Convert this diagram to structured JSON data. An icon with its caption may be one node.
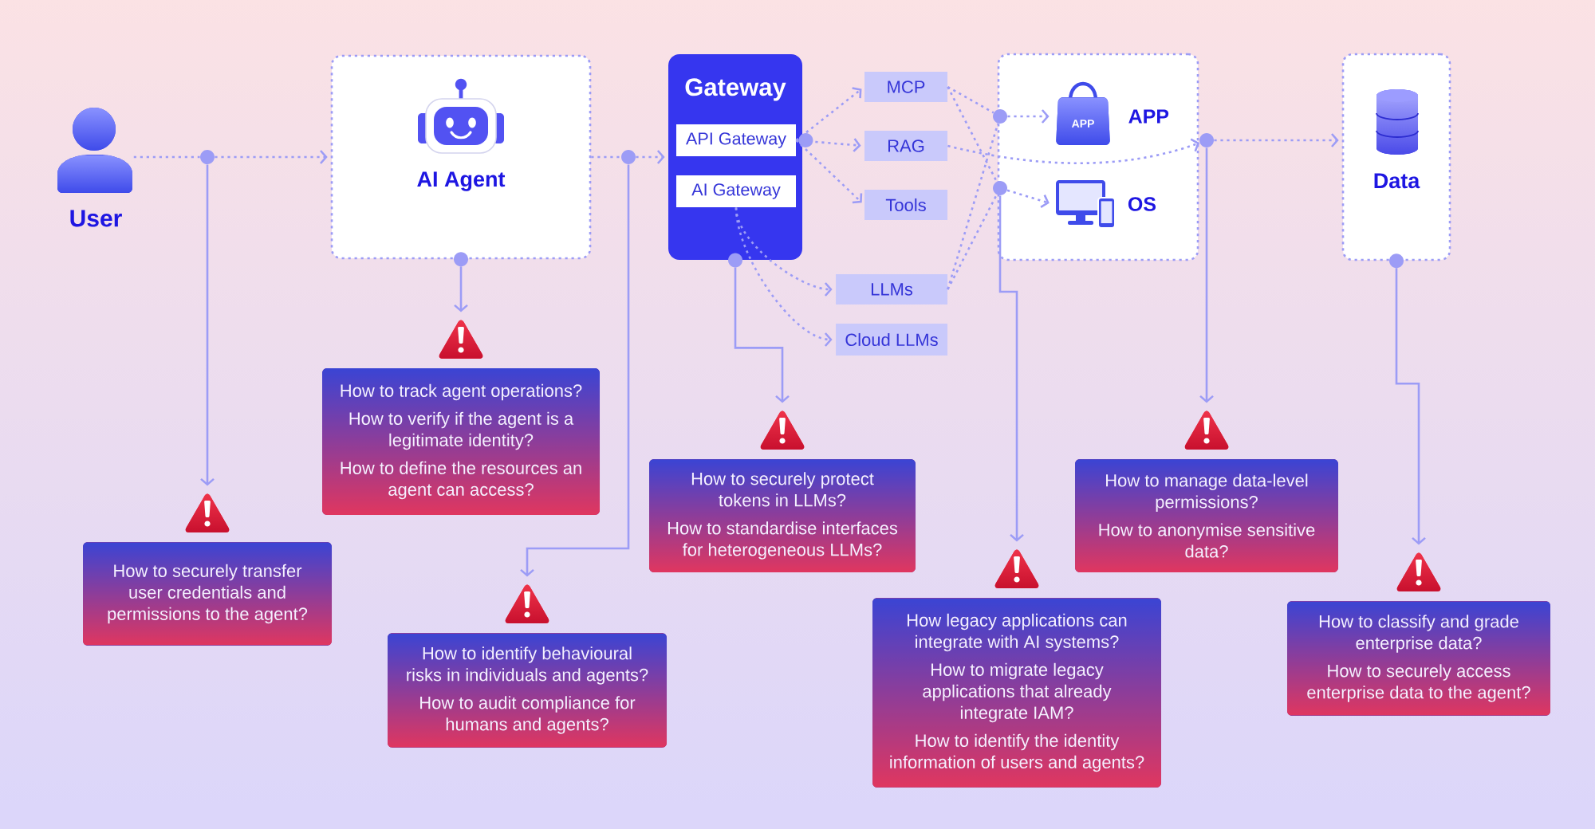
{
  "diagram": {
    "nodes": [
      {
        "text": [
          "User"
        ]
      },
      {
        "text": [
          "AI Agent"
        ]
      },
      {
        "text": [
          "Gateway"
        ]
      },
      {
        "text": [
          "API Gateway"
        ],
        "in": 2
      },
      {
        "text": [
          "AI Gateway"
        ],
        "in": 2
      },
      {
        "text": [
          "MCP"
        ]
      },
      {
        "text": [
          "RAG"
        ]
      },
      {
        "text": [
          "Tools"
        ]
      },
      {
        "text": [
          "LLMs"
        ]
      },
      {
        "text": [
          "Cloud LLMs"
        ]
      },
      {
        "text": [],
        "shape": "box"
      },
      {
        "text": [
          "APP"
        ],
        "in": 10
      },
      {
        "text": [
          "OS"
        ],
        "in": 10
      },
      {
        "text": [
          "Data"
        ]
      },
      {
        "text": [
          "How to securely transfer user credentials and permissions to the agent?"
        ]
      },
      {
        "text": [
          "How to track agent operations?",
          "How to verify if the agent is a legitimate identity?",
          "How to define the resources an agent can access?"
        ]
      },
      {
        "text": [
          "How to identify behavioural risks in individuals and agents?",
          "How to audit compliance for humans and agents?"
        ]
      },
      {
        "text": [
          "How to securely protect tokens in LLMs?",
          "How to standardise interfaces for heterogeneous LLMs?"
        ]
      },
      {
        "text": [
          "How legacy applications can integrate with AI systems?",
          "How to migrate legacy applications that already integrate IAM?",
          "How to identify the identity information of users and agents?"
        ]
      },
      {
        "text": [
          "How to manage data-level permissions?",
          "How to anonymise sensitive data?"
        ]
      },
      {
        "text": [
          "How to classify and grade enterprise data?",
          "How to securely access enterprise data to the agent?"
        ]
      },
      {
        "text": [],
        "shape": "circle"
      },
      {
        "text": [],
        "shape": "circle"
      },
      {
        "text": [],
        "shape": "circle"
      },
      {
        "text": [],
        "shape": "circle"
      },
      {
        "text": [],
        "shape": "circle"
      }
    ],
    "edges": [
      {
        "from": 0,
        "to": 21,
        "arrow": "none",
        "style": "dashed"
      },
      {
        "from": 21,
        "to": 1,
        "arrow": "to",
        "style": "dashed"
      },
      {
        "from": 21,
        "to": 14,
        "arrow": "to"
      },
      {
        "from": 1,
        "to": 22,
        "arrow": "none",
        "style": "dashed"
      },
      {
        "from": 22,
        "to": 2,
        "arrow": "to",
        "style": "dashed"
      },
      {
        "from": 22,
        "to": 16,
        "arrow": "to"
      },
      {
        "from": 1,
        "to": 15,
        "arrow": "to"
      },
      {
        "from": 3,
        "to": 5,
        "arrow": "to",
        "style": "dashed"
      },
      {
        "from": 3,
        "to": 6,
        "arrow": "to",
        "style": "dashed"
      },
      {
        "from": 3,
        "to": 7,
        "arrow": "to",
        "style": "dashed"
      },
      {
        "from": 4,
        "to": 8,
        "arrow": "to",
        "style": "dashed"
      },
      {
        "from": 4,
        "to": 9,
        "arrow": "to",
        "style": "dashed"
      },
      {
        "from": 2,
        "to": 17,
        "arrow": "to"
      },
      {
        "from": 5,
        "to": 23,
        "arrow": "none",
        "style": "dashed"
      },
      {
        "from": 5,
        "to": 24,
        "arrow": "none",
        "style": "dashed"
      },
      {
        "from": 8,
        "to": 23,
        "arrow": "none",
        "style": "dashed"
      },
      {
        "from": 8,
        "to": 24,
        "arrow": "none",
        "style": "dashed"
      },
      {
        "from": 23,
        "to": 11,
        "arrow": "to",
        "style": "dashed"
      },
      {
        "from": 24,
        "to": 12,
        "arrow": "to",
        "style": "dashed"
      },
      {
        "from": 24,
        "to": 18,
        "arrow": "to"
      },
      {
        "from": 6,
        "to": 25,
        "arrow": "to",
        "style": "dashed"
      },
      {
        "from": 25,
        "to": 13,
        "arrow": "to",
        "style": "dashed"
      },
      {
        "from": 25,
        "to": 19,
        "arrow": "to"
      },
      {
        "from": 13,
        "to": 20,
        "arrow": "to"
      }
    ],
    "labels": [
      "APP"
    ]
  }
}
